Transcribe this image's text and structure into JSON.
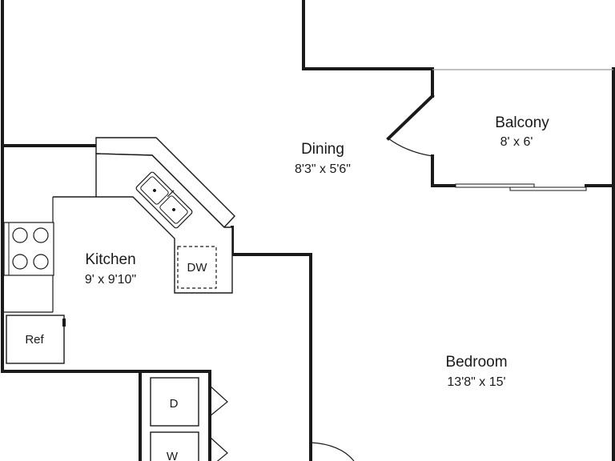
{
  "rooms": {
    "dining": {
      "name": "Dining",
      "dimensions": "8'3\" x 5'6\""
    },
    "balcony": {
      "name": "Balcony",
      "dimensions": "8' x 6'"
    },
    "kitchen": {
      "name": "Kitchen",
      "dimensions": "9' x 9'10\""
    },
    "bedroom": {
      "name": "Bedroom",
      "dimensions": "13'8\" x 15'"
    }
  },
  "appliances": {
    "dishwasher": "DW",
    "refrigerator": "Ref",
    "dryer": "D",
    "washer": "W"
  }
}
